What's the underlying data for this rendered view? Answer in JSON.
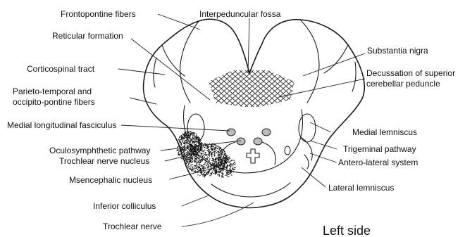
{
  "labels": {
    "frontopontine_fibers": "Frontopontine fibers",
    "interpeduncular_fossa": "Interpeduncular  fossa",
    "reticular_formation": "Reticular formation",
    "substantia_nigra": "Substantia nigra",
    "corticospinal_tract": "Corticospinal tract",
    "decussation_line1": "Decussation of superior",
    "decussation_line2": "cerebellar peduncle",
    "parieto_temporal_line1": "Parieto-temporal and",
    "parieto_temporal_line2": "occipito-pontine fibers",
    "medial_longitudinal_fasciculus": "Medial longitudinal fasciculus",
    "medial_lemniscus": "Medial lemniscus",
    "oculosymphthetic_pathway": "Oculosymphthetic pathway",
    "trigeminal_pathway": "Trigeminal pathway",
    "trochlear_nerve_nucleus": "Trochlear nerve nucleus",
    "antero_lateral_system": "Antero-lateral system",
    "msencephalic_nucleus": "Msencephalic nucleus",
    "lateral_lemniscus": "Lateral lemniscus",
    "inferior_colliculus": "Inferior colliculus",
    "trochlear_nerve": "Trochlear nerve",
    "left_side": "Left side"
  },
  "colors": {
    "ink": "#1a1a1a",
    "background": "#ffffff",
    "stipple": "#111111"
  }
}
